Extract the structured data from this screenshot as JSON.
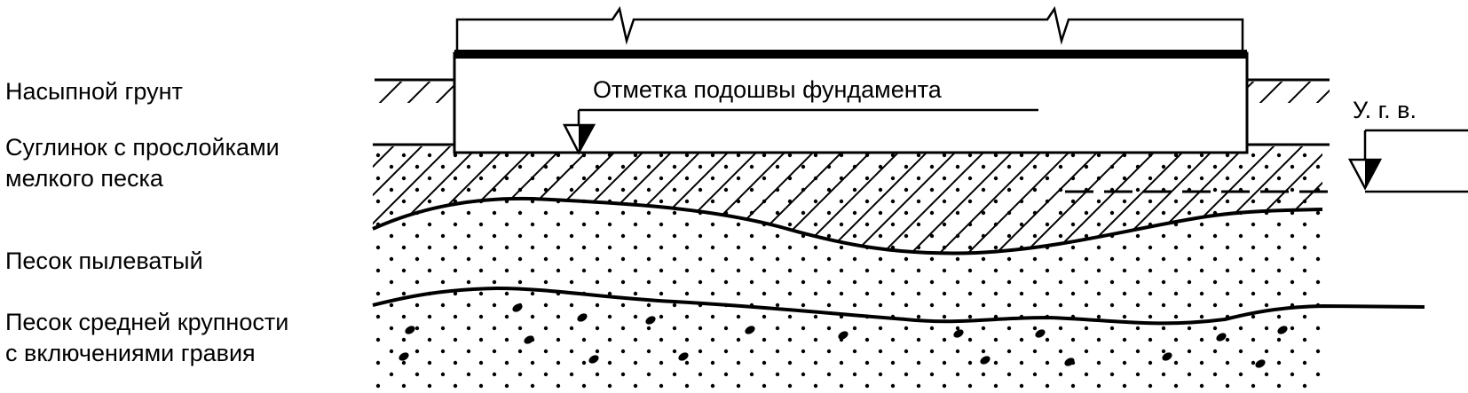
{
  "layers": {
    "fill_soil": "Насыпной грунт",
    "loam_line1": "Суглинок с прослойками",
    "loam_line2": "мелкого песка",
    "silty_sand": "Песок пылеватый",
    "medium_sand_line1": "Песок средней крупности",
    "medium_sand_line2": "с включениями гравия"
  },
  "annotations": {
    "foundation_base_mark": "Отметка подошвы фундамента",
    "groundwater_level": "У. г. в."
  },
  "colors": {
    "ink": "#000000",
    "background": "#ffffff"
  },
  "icons": [
    "level-triangle-icon",
    "break-line-icon"
  ]
}
